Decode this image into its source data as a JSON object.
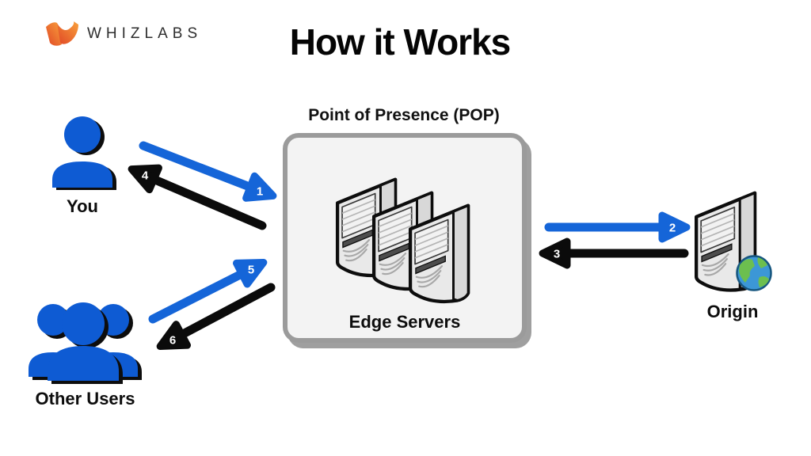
{
  "header": {
    "brand": "WHIZLABS",
    "title": "How it Works"
  },
  "pop": {
    "heading": "Point of Presence (POP)",
    "caption": "Edge Servers"
  },
  "nodes": {
    "you": {
      "label": "You"
    },
    "other_users": {
      "label": "Other Users"
    },
    "origin": {
      "label": "Origin"
    }
  },
  "arrows": [
    {
      "number": "1",
      "color": "blue",
      "from": "You",
      "to": "Edge Servers"
    },
    {
      "number": "2",
      "color": "blue",
      "from": "Edge Servers",
      "to": "Origin"
    },
    {
      "number": "3",
      "color": "black",
      "from": "Origin",
      "to": "Edge Servers"
    },
    {
      "number": "4",
      "color": "black",
      "from": "Edge Servers",
      "to": "You"
    },
    {
      "number": "5",
      "color": "blue",
      "from": "Other Users",
      "to": "Edge Servers"
    },
    {
      "number": "6",
      "color": "black",
      "from": "Edge Servers",
      "to": "Other Users"
    }
  ],
  "icons": {
    "brand_mark": "whizlabs-w-mark",
    "you": "person-icon",
    "other_users": "people-group-icon",
    "pop": "server-stack-icon",
    "origin": "server-globe-icon"
  },
  "palette": {
    "primary_blue": "#1565d8",
    "person_blue": "#0e5bd3",
    "arrow_black": "#0b0b0b",
    "pop_box_fill": "#f3f3f3",
    "pop_box_border": "#9b9b9b",
    "server_body": "#e9e9e9",
    "globe_ocean": "#3c97d6",
    "globe_land": "#6cbf4f",
    "logo_gradient_start": "#e04626",
    "logo_gradient_end": "#f9a13b"
  }
}
